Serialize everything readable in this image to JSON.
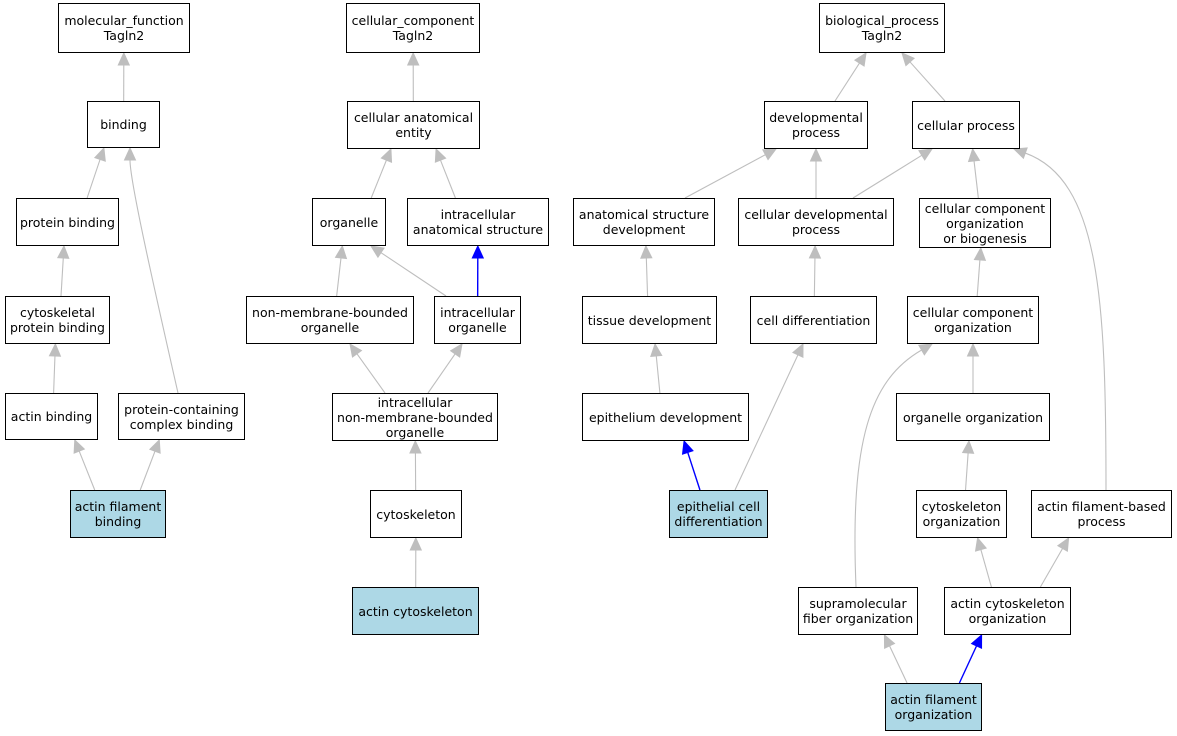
{
  "colors": {
    "edge_default": "#bebebe",
    "edge_highlight": "#0000ff",
    "node_fill": "#ffffff",
    "node_highlight_fill": "#add8e6",
    "node_border": "#000000"
  },
  "nodes": [
    {
      "id": "molecular_function",
      "label": "molecular_function\nTagln2",
      "highlighted": false
    },
    {
      "id": "binding",
      "label": "binding",
      "highlighted": false
    },
    {
      "id": "protein_binding",
      "label": "protein binding",
      "highlighted": false
    },
    {
      "id": "cytoskeletal_protein_binding",
      "label": "cytoskeletal\nprotein binding",
      "highlighted": false
    },
    {
      "id": "actin_binding",
      "label": "actin binding",
      "highlighted": false
    },
    {
      "id": "protein_containing_complex_binding",
      "label": "protein-containing\ncomplex binding",
      "highlighted": false
    },
    {
      "id": "actin_filament_binding",
      "label": "actin filament\nbinding",
      "highlighted": true
    },
    {
      "id": "cellular_component",
      "label": "cellular_component\nTagln2",
      "highlighted": false
    },
    {
      "id": "cellular_anatomical_entity",
      "label": "cellular anatomical\nentity",
      "highlighted": false
    },
    {
      "id": "organelle",
      "label": "organelle",
      "highlighted": false
    },
    {
      "id": "intracellular_anatomical_structure",
      "label": "intracellular\nanatomical structure",
      "highlighted": false
    },
    {
      "id": "non_membrane_bounded_organelle",
      "label": "non-membrane-bounded\norganelle",
      "highlighted": false
    },
    {
      "id": "intracellular_organelle",
      "label": "intracellular\norganelle",
      "highlighted": false
    },
    {
      "id": "intracellular_non_membrane_bounded_organelle",
      "label": "intracellular\nnon-membrane-bounded\norganelle",
      "highlighted": false
    },
    {
      "id": "cytoskeleton",
      "label": "cytoskeleton",
      "highlighted": false
    },
    {
      "id": "actin_cytoskeleton",
      "label": "actin cytoskeleton",
      "highlighted": true
    },
    {
      "id": "biological_process",
      "label": "biological_process\nTagln2",
      "highlighted": false
    },
    {
      "id": "developmental_process",
      "label": "developmental\nprocess",
      "highlighted": false
    },
    {
      "id": "cellular_process",
      "label": "cellular process",
      "highlighted": false
    },
    {
      "id": "anatomical_structure_development",
      "label": "anatomical structure\ndevelopment",
      "highlighted": false
    },
    {
      "id": "cellular_developmental_process",
      "label": "cellular developmental\nprocess",
      "highlighted": false
    },
    {
      "id": "cellular_component_organization_or_biogenesis",
      "label": "cellular component\norganization\nor biogenesis",
      "highlighted": false
    },
    {
      "id": "tissue_development",
      "label": "tissue development",
      "highlighted": false
    },
    {
      "id": "cell_differentiation",
      "label": "cell differentiation",
      "highlighted": false
    },
    {
      "id": "cellular_component_organization",
      "label": "cellular component\norganization",
      "highlighted": false
    },
    {
      "id": "epithelium_development",
      "label": "epithelium development",
      "highlighted": false
    },
    {
      "id": "organelle_organization",
      "label": "organelle organization",
      "highlighted": false
    },
    {
      "id": "epithelial_cell_differentiation",
      "label": "epithelial cell\ndifferentiation",
      "highlighted": true
    },
    {
      "id": "cytoskeleton_organization",
      "label": "cytoskeleton\norganization",
      "highlighted": false
    },
    {
      "id": "actin_filament_based_process",
      "label": "actin filament-based\nprocess",
      "highlighted": false
    },
    {
      "id": "supramolecular_fiber_organization",
      "label": "supramolecular\nfiber organization",
      "highlighted": false
    },
    {
      "id": "actin_cytoskeleton_organization",
      "label": "actin cytoskeleton\norganization",
      "highlighted": false
    },
    {
      "id": "actin_filament_organization",
      "label": "actin filament\norganization",
      "highlighted": true
    }
  ],
  "edges": [
    {
      "from": "binding",
      "to": "molecular_function",
      "highlighted": false
    },
    {
      "from": "protein_binding",
      "to": "binding",
      "highlighted": false
    },
    {
      "from": "protein_containing_complex_binding",
      "to": "binding",
      "highlighted": false
    },
    {
      "from": "cytoskeletal_protein_binding",
      "to": "protein_binding",
      "highlighted": false
    },
    {
      "from": "actin_binding",
      "to": "cytoskeletal_protein_binding",
      "highlighted": false
    },
    {
      "from": "actin_filament_binding",
      "to": "actin_binding",
      "highlighted": false
    },
    {
      "from": "actin_filament_binding",
      "to": "protein_containing_complex_binding",
      "highlighted": false
    },
    {
      "from": "cellular_anatomical_entity",
      "to": "cellular_component",
      "highlighted": false
    },
    {
      "from": "organelle",
      "to": "cellular_anatomical_entity",
      "highlighted": false
    },
    {
      "from": "intracellular_anatomical_structure",
      "to": "cellular_anatomical_entity",
      "highlighted": false
    },
    {
      "from": "non_membrane_bounded_organelle",
      "to": "organelle",
      "highlighted": false
    },
    {
      "from": "intracellular_organelle",
      "to": "organelle",
      "highlighted": false
    },
    {
      "from": "intracellular_organelle",
      "to": "intracellular_anatomical_structure",
      "highlighted": true
    },
    {
      "from": "intracellular_non_membrane_bounded_organelle",
      "to": "non_membrane_bounded_organelle",
      "highlighted": false
    },
    {
      "from": "intracellular_non_membrane_bounded_organelle",
      "to": "intracellular_organelle",
      "highlighted": false
    },
    {
      "from": "cytoskeleton",
      "to": "intracellular_non_membrane_bounded_organelle",
      "highlighted": false
    },
    {
      "from": "actin_cytoskeleton",
      "to": "cytoskeleton",
      "highlighted": false
    },
    {
      "from": "developmental_process",
      "to": "biological_process",
      "highlighted": false
    },
    {
      "from": "cellular_process",
      "to": "biological_process",
      "highlighted": false
    },
    {
      "from": "anatomical_structure_development",
      "to": "developmental_process",
      "highlighted": false
    },
    {
      "from": "cellular_developmental_process",
      "to": "developmental_process",
      "highlighted": false
    },
    {
      "from": "cellular_developmental_process",
      "to": "cellular_process",
      "highlighted": false
    },
    {
      "from": "cellular_component_organization_or_biogenesis",
      "to": "cellular_process",
      "highlighted": false
    },
    {
      "from": "actin_filament_based_process",
      "to": "cellular_process",
      "highlighted": false
    },
    {
      "from": "tissue_development",
      "to": "anatomical_structure_development",
      "highlighted": false
    },
    {
      "from": "cell_differentiation",
      "to": "cellular_developmental_process",
      "highlighted": false
    },
    {
      "from": "cellular_component_organization",
      "to": "cellular_component_organization_or_biogenesis",
      "highlighted": false
    },
    {
      "from": "epithelium_development",
      "to": "tissue_development",
      "highlighted": false
    },
    {
      "from": "epithelial_cell_differentiation",
      "to": "epithelium_development",
      "highlighted": true
    },
    {
      "from": "epithelial_cell_differentiation",
      "to": "cell_differentiation",
      "highlighted": false
    },
    {
      "from": "organelle_organization",
      "to": "cellular_component_organization",
      "highlighted": false
    },
    {
      "from": "supramolecular_fiber_organization",
      "to": "cellular_component_organization",
      "highlighted": false
    },
    {
      "from": "cytoskeleton_organization",
      "to": "organelle_organization",
      "highlighted": false
    },
    {
      "from": "actin_cytoskeleton_organization",
      "to": "cytoskeleton_organization",
      "highlighted": false
    },
    {
      "from": "actin_cytoskeleton_organization",
      "to": "actin_filament_based_process",
      "highlighted": false
    },
    {
      "from": "actin_filament_organization",
      "to": "supramolecular_fiber_organization",
      "highlighted": false
    },
    {
      "from": "actin_filament_organization",
      "to": "actin_cytoskeleton_organization",
      "highlighted": true
    }
  ]
}
